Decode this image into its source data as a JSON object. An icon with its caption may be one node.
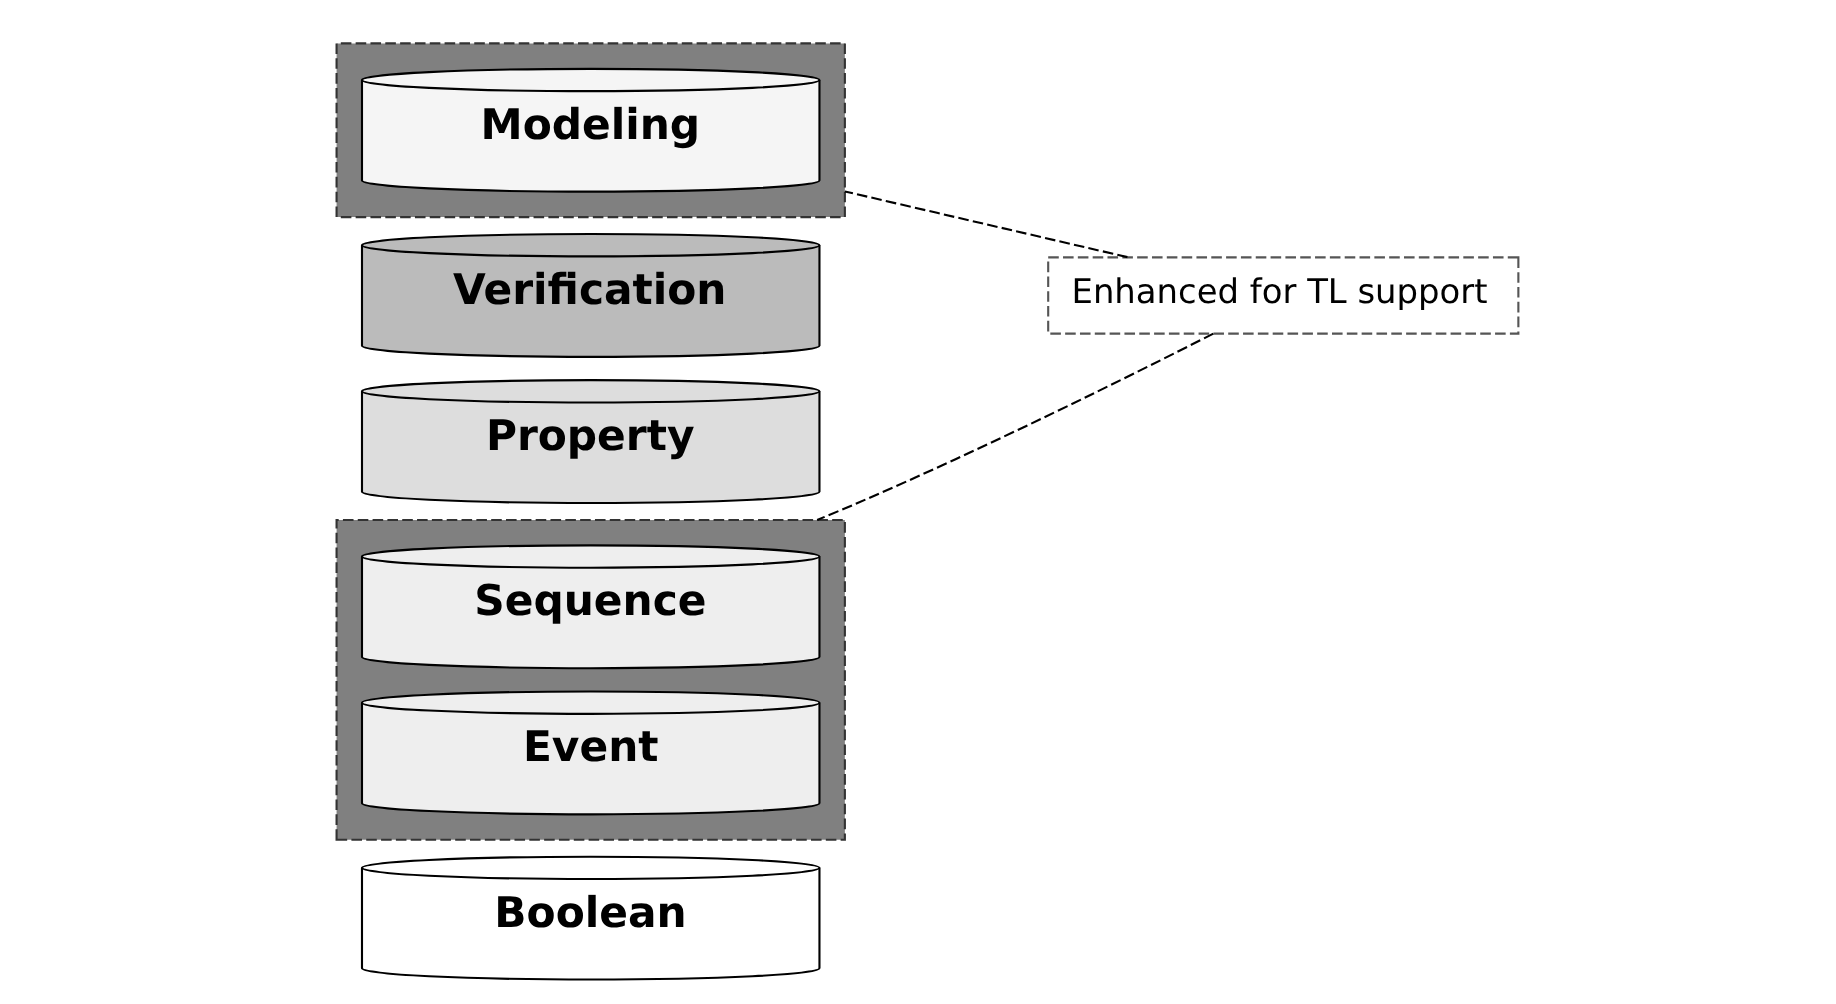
{
  "diagram": {
    "nodes": [
      {
        "text": [],
        "shape": "box"
      },
      {
        "text": [
          "Modeling"
        ],
        "in": 0
      },
      {
        "text": [
          "Verification"
        ]
      },
      {
        "text": [
          "Property"
        ]
      },
      {
        "text": [],
        "shape": "box"
      },
      {
        "text": [
          "Sequence"
        ],
        "in": 4
      },
      {
        "text": [
          "Event"
        ],
        "in": 4
      },
      {
        "text": [
          "Boolean"
        ]
      },
      {
        "text": [
          "Enhanced for TL support"
        ]
      }
    ],
    "edges": [
      {
        "from": 8,
        "to": 0,
        "arrow": "none",
        "style": "dashed"
      },
      {
        "from": 8,
        "to": 4,
        "arrow": "none",
        "style": "dashed"
      }
    ]
  }
}
